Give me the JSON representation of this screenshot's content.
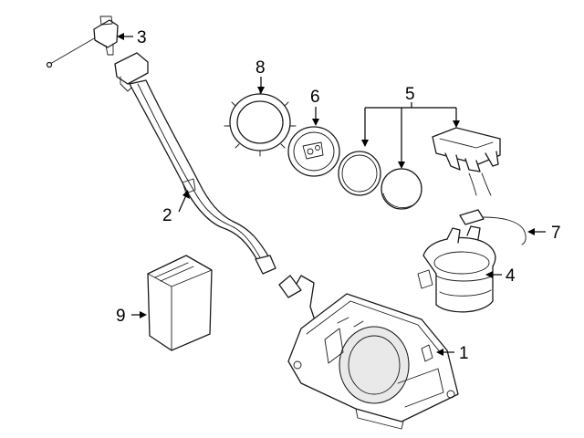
{
  "colors": {
    "line": "#1a1a1a",
    "background": "#ffffff",
    "shade": "#e9e9e9"
  },
  "callouts": {
    "c1": "1",
    "c2": "2",
    "c3": "3",
    "c4": "4",
    "c5": "5",
    "c6": "6",
    "c7": "7",
    "c8": "8",
    "c9": "9"
  }
}
